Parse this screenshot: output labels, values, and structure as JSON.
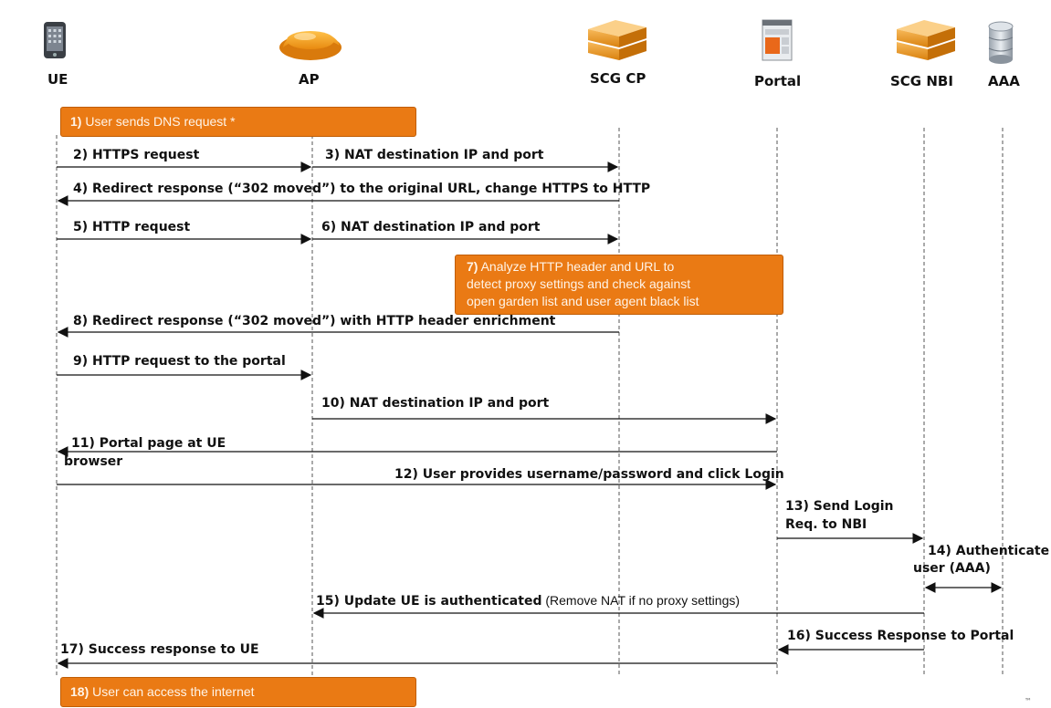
{
  "actors": [
    {
      "id": "ue",
      "label": "UE",
      "icon": "phone-icon"
    },
    {
      "id": "ap",
      "label": "AP",
      "icon": "access-point-icon"
    },
    {
      "id": "scgcp",
      "label": "SCG CP",
      "icon": "server-stack-icon"
    },
    {
      "id": "portal",
      "label": "Portal",
      "icon": "web-page-icon"
    },
    {
      "id": "scgnbi",
      "label": "SCG NBI",
      "icon": "server-stack-icon"
    },
    {
      "id": "aaa",
      "label": "AAA",
      "icon": "database-icon"
    }
  ],
  "steps": {
    "s1": {
      "num": "1)",
      "text": "User sends DNS request *"
    },
    "s2": {
      "text": "2) HTTPS request"
    },
    "s3": {
      "text": "3) NAT destination IP and port"
    },
    "s4": {
      "text": "4) Redirect response (“302 moved”) to the original URL, change HTTPS to HTTP"
    },
    "s5": {
      "text": "5) HTTP request"
    },
    "s6": {
      "text": "6) NAT destination IP and port"
    },
    "s7": {
      "num": "7)",
      "line1": "Analyze HTTP header and URL to",
      "line2": "detect proxy settings and check against",
      "line3": "open garden list and user agent black list"
    },
    "s8": {
      "text": "8) Redirect response (“302 moved”) with HTTP header enrichment"
    },
    "s9": {
      "text": "9) HTTP request to the portal"
    },
    "s10": {
      "text": "10) NAT destination IP and port"
    },
    "s11": {
      "line1": "11) Portal page at UE",
      "line2": "browser"
    },
    "s12": {
      "text": "12) User provides username/password and click Login"
    },
    "s13": {
      "line1": "13) Send Login",
      "line2": "Req. to NBI"
    },
    "s14": {
      "line1": "14) Authenticate",
      "line2": "user (AAA)"
    },
    "s15": {
      "bold": "15) Update UE is authenticated",
      "plain": " (Remove NAT if no proxy settings)"
    },
    "s16": {
      "text": "16) Success Response to Portal"
    },
    "s17": {
      "text": "17) Success response to UE"
    },
    "s18": {
      "num": "18)",
      "text": "User can access the internet"
    }
  },
  "colors": {
    "box_fill": "#ea7a14",
    "box_text": "#fff4e8",
    "lifeline": "#555555",
    "arrow": "#111111"
  },
  "footer_mark": "™"
}
